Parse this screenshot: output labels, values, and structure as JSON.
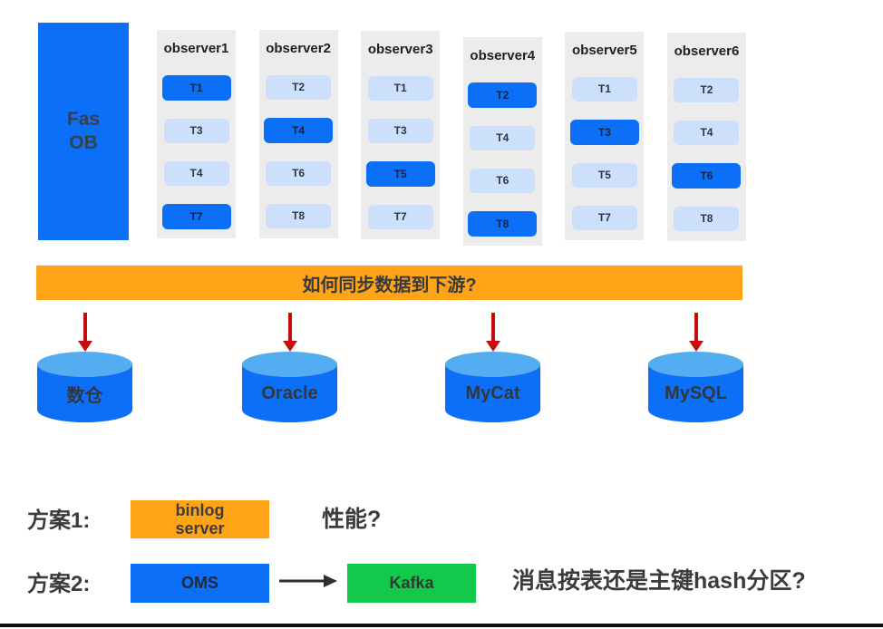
{
  "colors": {
    "blue": "#0c6ff7",
    "light_blue": "#cce0fc",
    "column_bg": "#ececec",
    "orange": "#ffa317",
    "green": "#12c94b",
    "red": "#c60b0b",
    "cylinder_top": "#55adf1",
    "dark_text": "#3b3b3b"
  },
  "cluster": {
    "box": {
      "line1": "Fas",
      "line2": "OB"
    },
    "observers": [
      {
        "name": "observer1",
        "tables": [
          {
            "label": "T1",
            "highlight": true
          },
          {
            "label": "T3",
            "highlight": false
          },
          {
            "label": "T4",
            "highlight": false
          },
          {
            "label": "T7",
            "highlight": true
          }
        ]
      },
      {
        "name": "observer2",
        "tables": [
          {
            "label": "T2",
            "highlight": false
          },
          {
            "label": "T4",
            "highlight": true
          },
          {
            "label": "T6",
            "highlight": false
          },
          {
            "label": "T8",
            "highlight": false
          }
        ]
      },
      {
        "name": "observer3",
        "tables": [
          {
            "label": "T1",
            "highlight": false
          },
          {
            "label": "T3",
            "highlight": false
          },
          {
            "label": "T5",
            "highlight": true
          },
          {
            "label": "T7",
            "highlight": false
          }
        ]
      },
      {
        "name": "observer4",
        "tables": [
          {
            "label": "T2",
            "highlight": true
          },
          {
            "label": "T4",
            "highlight": false
          },
          {
            "label": "T6",
            "highlight": false
          },
          {
            "label": "T8",
            "highlight": true
          }
        ]
      },
      {
        "name": "observer5",
        "tables": [
          {
            "label": "T1",
            "highlight": false
          },
          {
            "label": "T3",
            "highlight": true
          },
          {
            "label": "T5",
            "highlight": false
          },
          {
            "label": "T7",
            "highlight": false
          }
        ]
      },
      {
        "name": "observer6",
        "tables": [
          {
            "label": "T2",
            "highlight": false
          },
          {
            "label": "T4",
            "highlight": false
          },
          {
            "label": "T6",
            "highlight": true
          },
          {
            "label": "T8",
            "highlight": false
          }
        ]
      }
    ]
  },
  "banner": {
    "text": "如何同步数据到下游?"
  },
  "downstream": {
    "targets": [
      {
        "label": "数仓"
      },
      {
        "label": "Oracle"
      },
      {
        "label": "MyCat"
      },
      {
        "label": "MySQL"
      }
    ]
  },
  "plan1": {
    "label": "方案1:",
    "box_line1": "binlog",
    "box_line2": "server",
    "question": "性能?"
  },
  "plan2": {
    "label": "方案2:",
    "source_box": "OMS",
    "target_box": "Kafka",
    "question": "消息按表还是主键hash分区?"
  }
}
